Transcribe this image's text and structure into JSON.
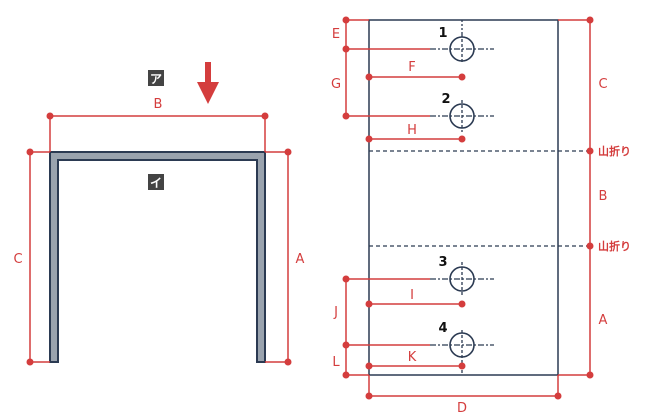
{
  "left_view": {
    "badge_top": "ア",
    "badge_inner": "イ",
    "dim_labels": {
      "width": "B",
      "left_height": "C",
      "right_height": "A"
    }
  },
  "right_view": {
    "dim_labels": {
      "E": "E",
      "G": "G",
      "F": "F",
      "H": "H",
      "J": "J",
      "L": "L",
      "I": "I",
      "K": "K",
      "C": "C",
      "B": "B",
      "A": "A",
      "D": "D"
    },
    "fold_labels": [
      "山折り",
      "山折り"
    ],
    "holes": [
      "1",
      "2",
      "3",
      "4"
    ]
  },
  "colors": {
    "dimension": "#d43d3d",
    "outline": "#2b3a52",
    "profile_fill": "#9aa3ae",
    "badge_bg": "#444444"
  }
}
